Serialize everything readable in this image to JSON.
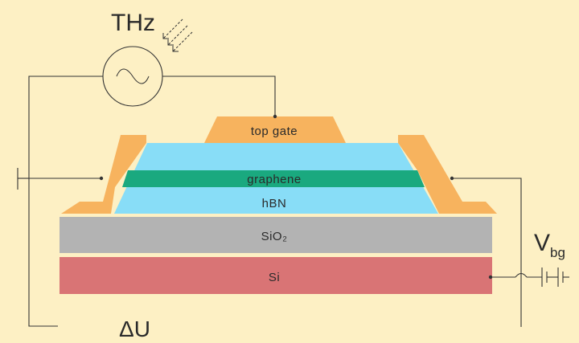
{
  "labels": {
    "source": "THz",
    "top_gate": "top gate",
    "graphene": "graphene",
    "hbn": "hBN",
    "sio2": "SiO₂",
    "si": "Si",
    "vbg_main": "V",
    "vbg_sub": "bg",
    "delta_u": "ΔU"
  },
  "colors": {
    "background": "#fdf0c4",
    "gate_metal": "#f7b35e",
    "hbn": "#88ddf7",
    "graphene": "#1aa97f",
    "sio2": "#b3b3b3",
    "si": "#d97475",
    "wire": "#333333"
  }
}
